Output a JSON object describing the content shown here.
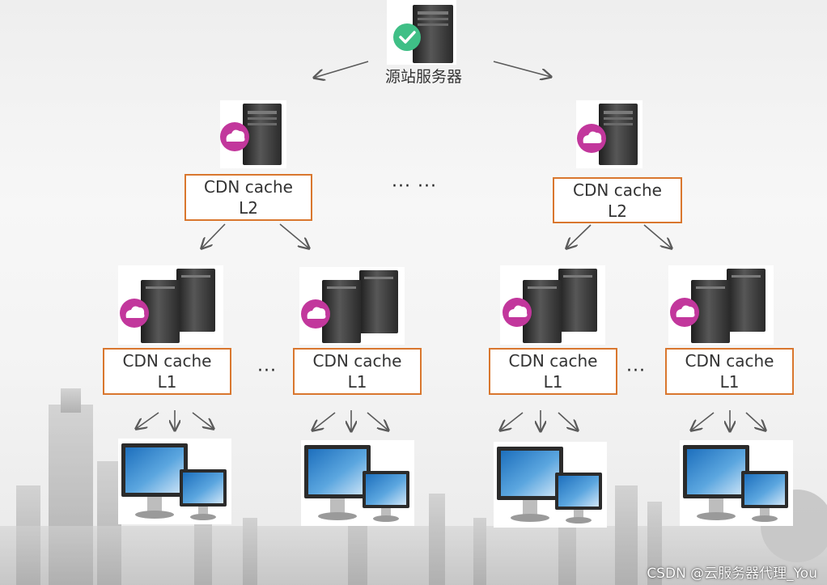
{
  "origin": {
    "label": "源站服务器"
  },
  "l2_nodes": [
    {
      "line1": "CDN cache",
      "line2": "L2"
    },
    {
      "line1": "CDN cache",
      "line2": "L2"
    }
  ],
  "l1_nodes": [
    {
      "line1": "CDN cache",
      "line2": "L1"
    },
    {
      "line1": "CDN cache",
      "line2": "L1"
    },
    {
      "line1": "CDN cache",
      "line2": "L1"
    },
    {
      "line1": "CDN cache",
      "line2": "L1"
    }
  ],
  "ellipsis": {
    "l2_gap": "··· ···",
    "l1_gap": "···"
  },
  "watermark": "CSDN @云服务器代理_You",
  "colors": {
    "box_border": "#d9772e",
    "badge_green": "#3fbf86",
    "badge_magenta": "#c2379c",
    "arrow": "#5a5a5a"
  },
  "icons": [
    "server-icon",
    "checkmark-badge-icon",
    "cloud-badge-icon",
    "monitor-icon",
    "arrow-icon",
    "city-skyline"
  ]
}
